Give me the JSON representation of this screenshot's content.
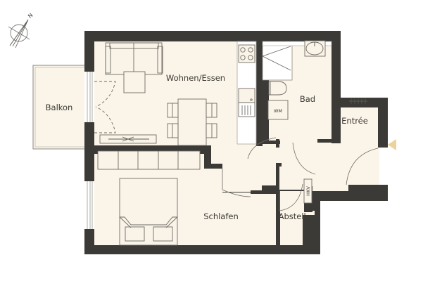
{
  "plan": {
    "colors": {
      "wall": "#3b3a37",
      "floor": "#fbf4e8",
      "background": "#ffffff",
      "line": "#6f6b64",
      "entrance_marker": "#edd29a",
      "text": "#3a3935"
    },
    "compass": {
      "label": "N",
      "icon": "compass-north-icon"
    },
    "rooms": [
      {
        "id": "balkon",
        "label": "Balkon"
      },
      {
        "id": "wohnen",
        "label": "Wohnen/Essen"
      },
      {
        "id": "bad",
        "label": "Bad"
      },
      {
        "id": "entree",
        "label": "Entrée"
      },
      {
        "id": "schlafen",
        "label": "Schlafen"
      },
      {
        "id": "abstell",
        "label": "Abstell."
      }
    ],
    "fixtures": {
      "washing_machine": "WM",
      "heating": "HKV"
    },
    "entrance": {
      "icon": "entrance-arrow-icon"
    }
  }
}
